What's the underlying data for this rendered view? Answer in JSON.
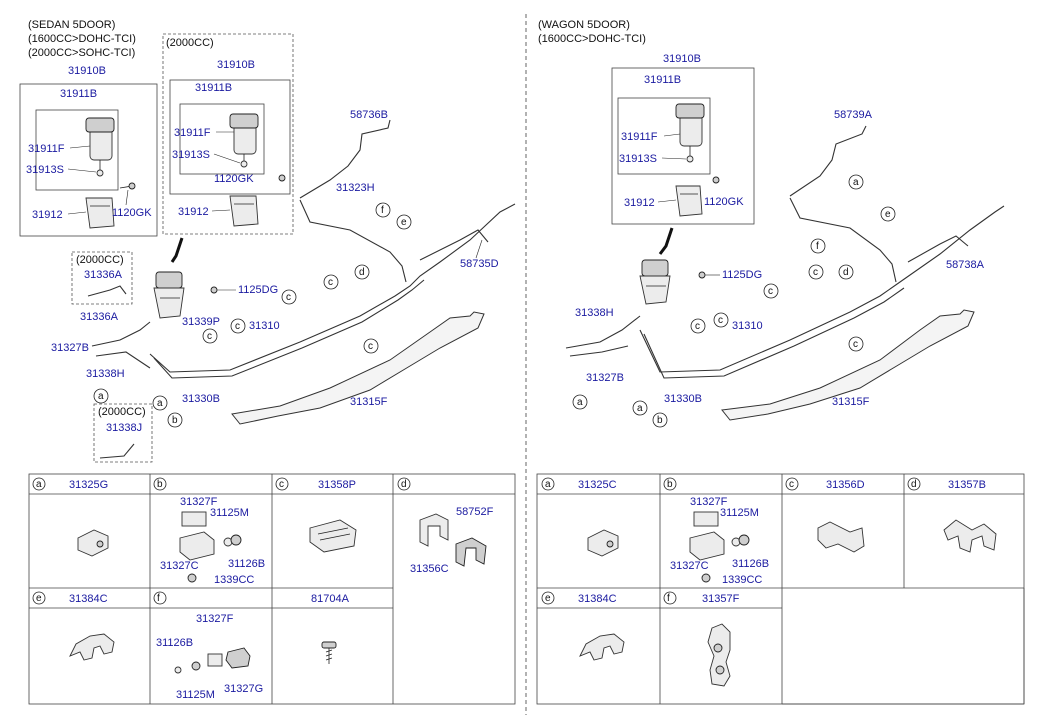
{
  "left": {
    "header": [
      "(SEDAN 5DOOR)",
      "(1600CC>DOHC-TCI)",
      "(2000CC>SOHC-TCI)"
    ],
    "box_2000cc": "(2000CC)",
    "box_2000cc_b": "(2000CC)",
    "box_2000cc_c": "(2000CC)",
    "labels": {
      "p31910B_a": "31910B",
      "p31911B_a": "31911B",
      "p31911F_a": "31911F",
      "p31913S_a": "31913S",
      "p31912_a": "31912",
      "p1120GK_a": "1120GK",
      "p31910B_b": "31910B",
      "p31911B_b": "31911B",
      "p31911F_b": "31911F",
      "p31913S_b": "31913S",
      "p1120GK_b": "1120GK",
      "p31912_b": "31912",
      "p58736B": "58736B",
      "p31323H": "31323H",
      "p58735D": "58735D",
      "p31336A_a": "31336A",
      "p31336A_b": "31336A",
      "p1125DG": "1125DG",
      "p31339P": "31339P",
      "p31327B": "31327B",
      "p31338H": "31338H",
      "p31310": "31310",
      "p31330B": "31330B",
      "p31315F": "31315F",
      "p31338J": "31338J"
    }
  },
  "right": {
    "header": [
      "(WAGON 5DOOR)",
      "(1600CC>DOHC-TCI)"
    ],
    "labels": {
      "p31910B": "31910B",
      "p31911B": "31911B",
      "p31911F": "31911F",
      "p31913S": "31913S",
      "p31912": "31912",
      "p1120GK": "1120GK",
      "p58739A": "58739A",
      "p58738A": "58738A",
      "p1125DG": "1125DG",
      "p31338H": "31338H",
      "p31310": "31310",
      "p31327B": "31327B",
      "p31330B": "31330B",
      "p31315F": "31315F"
    }
  },
  "callouts": {
    "a": "a",
    "b": "b",
    "c": "c",
    "d": "d",
    "e": "e",
    "f": "f"
  },
  "left_table": {
    "cells": [
      {
        "key": "a",
        "title": "31325G"
      },
      {
        "key": "b",
        "parts": [
          "31327F",
          "31125M",
          "31327C",
          "31126B",
          "1339CC"
        ]
      },
      {
        "key": "c",
        "title": "31358P"
      },
      {
        "key": "d",
        "parts": [
          "58752F",
          "31356C"
        ]
      },
      {
        "key": "e",
        "title": "31384C"
      },
      {
        "key": "f",
        "title": "31327F",
        "parts": [
          "31126B",
          "31125M",
          "31327G"
        ]
      },
      {
        "key": "",
        "title": "81704A"
      }
    ]
  },
  "right_table": {
    "cells": [
      {
        "key": "a",
        "title": "31325C"
      },
      {
        "key": "b",
        "parts": [
          "31327F",
          "31125M",
          "31327C",
          "31126B",
          "1339CC"
        ]
      },
      {
        "key": "c",
        "title": "31356D"
      },
      {
        "key": "d",
        "title": "31357B"
      },
      {
        "key": "e",
        "title": "31384C"
      },
      {
        "key": "f",
        "title": "31357F"
      }
    ]
  }
}
